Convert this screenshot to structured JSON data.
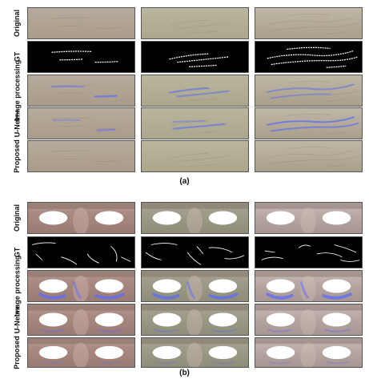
{
  "panel_a": {
    "label": "(a)",
    "rows": [
      "Original",
      "GT",
      "Image processing",
      "U-Net++",
      "Proposed"
    ]
  },
  "panel_b": {
    "label": "(b)",
    "rows": [
      "Original",
      "GT",
      "Image processing",
      "U-Net++",
      "Proposed"
    ]
  },
  "colors": {
    "overlay_blue": "#5b6cff",
    "gt_white": "#ffffff",
    "gt_background": "#000000"
  }
}
